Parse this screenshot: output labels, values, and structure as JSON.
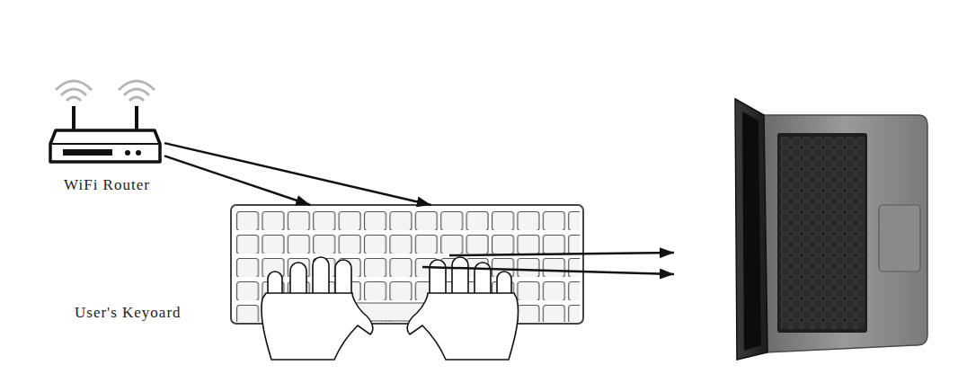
{
  "diagram": {
    "nodes": [
      {
        "text": [
          "WiFi Router"
        ]
      },
      {
        "text": [
          "User's Keyoard"
        ]
      }
    ],
    "edges": [
      {
        "from": 0,
        "to": 1,
        "arrow": "to"
      },
      {
        "from": 0,
        "to": 1,
        "arrow": "to"
      }
    ]
  }
}
